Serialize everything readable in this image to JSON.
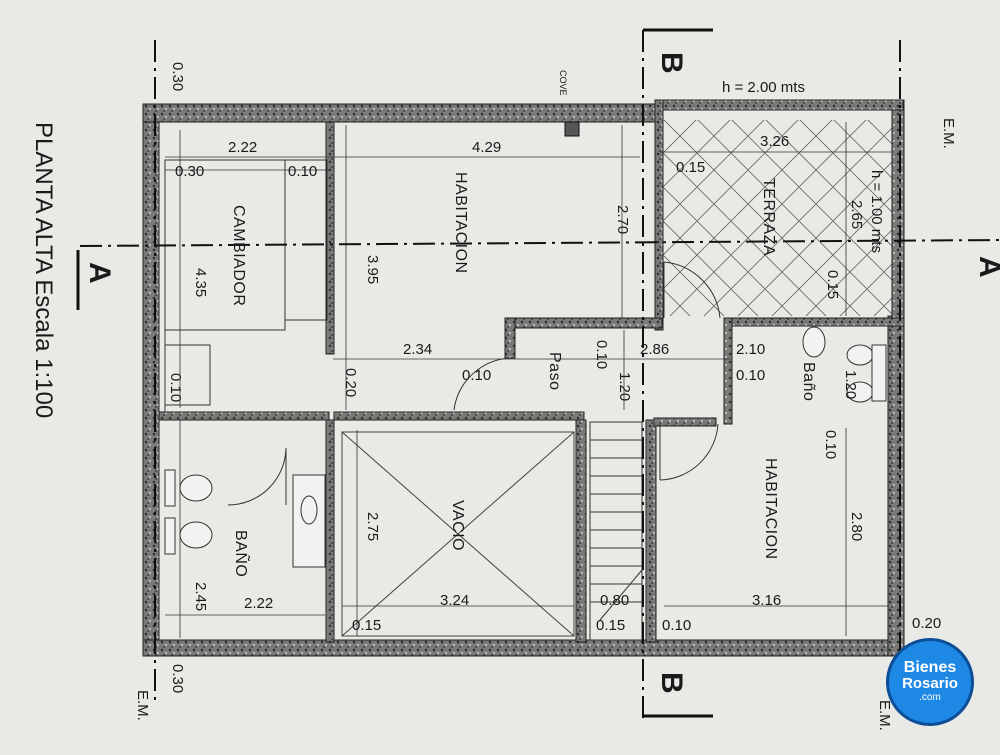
{
  "title": "PLANTA ALTA Escala 1:100",
  "rooms": {
    "cambiador": "CAMBIADOR",
    "habitacion_1": "HABITACION",
    "terraza": "TERRAZA",
    "paso": "Paso",
    "bano_small": "Baño",
    "habitacion_2": "HABITACION",
    "vacio": "VACIO",
    "bano_left": "BAÑO"
  },
  "section_marks": {
    "a_left": "A",
    "a_right": "A",
    "b_top": "B",
    "b_bottom": "B"
  },
  "notes": {
    "h_top": "h = 2.00 mts",
    "h_side": "h = 1.00 mts",
    "cove": "COVE",
    "em_top": "E.M.",
    "em_bottom_left": "E.M.",
    "em_bottom_right": "E.M."
  },
  "dimensions": {
    "d_030_tl": "0.30",
    "d_222_top": "2.22",
    "d_429": "4.29",
    "d_326": "3.26",
    "d_030_c": "0.30",
    "d_010_c": "0.10",
    "d_015_t": "0.15",
    "d_270": "2.70",
    "d_265": "2.65",
    "d_395": "3.95",
    "d_435": "4.35",
    "d_015_r": "0.15",
    "d_234": "2.34",
    "d_010_p": "0.10",
    "d_010_p2": "0.10",
    "d_120": "1.20",
    "d_286": "2.86",
    "d_210": "2.10",
    "d_010_b": "0.10",
    "d_120_b": "1.20",
    "d_020_l": "0.20",
    "d_010_l": "0.10",
    "d_010_h": "0.10",
    "d_275": "2.75",
    "d_280": "2.80",
    "d_245": "2.45",
    "d_222_bot": "2.22",
    "d_324": "3.24",
    "d_080": "0.80",
    "d_316": "3.16",
    "d_015_b1": "0.15",
    "d_015_b2": "0.15",
    "d_010_b3": "0.10",
    "d_020_br": "0.20",
    "d_030_bl": "0.30"
  },
  "logo": {
    "line1": "Bienes",
    "line2": "Rosario",
    "line3": ".com"
  }
}
